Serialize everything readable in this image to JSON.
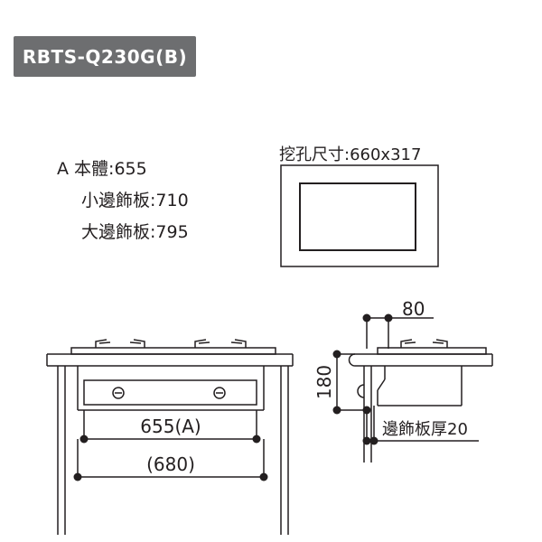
{
  "model": "RBTS-Q230G(B)",
  "specs": {
    "body": "A 本體:655",
    "small_trim": "小邊飾板:710",
    "large_trim": "大邊飾板:795"
  },
  "cutout": {
    "label": "挖孔尺寸:660x317"
  },
  "front_view": {
    "dim_a": "655(A)",
    "dim_total": "(680)"
  },
  "side_view": {
    "dim_top": "80",
    "dim_height": "180",
    "trim_thickness": "邊飾板厚20"
  },
  "colors": {
    "badge_bg": "#6d6e70",
    "badge_text": "#ffffff",
    "line": "#231f20"
  }
}
